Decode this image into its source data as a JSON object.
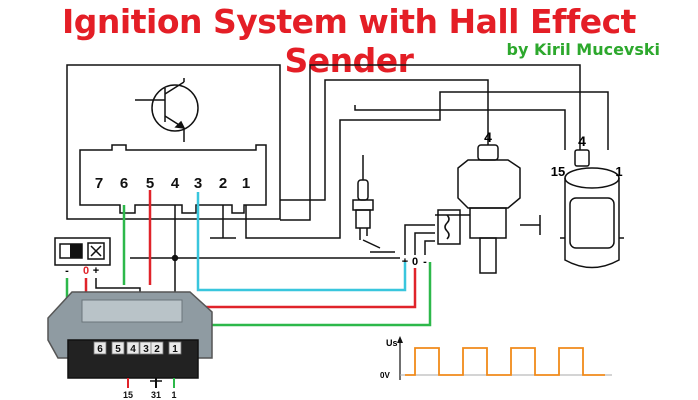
{
  "header": {
    "title": "Ignition System with Hall Effect Sender",
    "subtitle": "by Kiril Mucevski",
    "title_color": "#e41e26",
    "subtitle_color": "#2da82d"
  },
  "control_unit": {
    "pins": [
      {
        "label": "7",
        "color": "#111111"
      },
      {
        "label": "6",
        "color": "#2db84a"
      },
      {
        "label": "5",
        "color": "#e0232a"
      },
      {
        "label": "4",
        "color": "#111111"
      },
      {
        "label": "3",
        "color": "#39c6dd"
      },
      {
        "label": "2",
        "color": "#111111"
      },
      {
        "label": "1",
        "color": "#111111"
      }
    ],
    "transistor_icon": "npn-transistor-icon"
  },
  "distributor": {
    "top_terminal": "4"
  },
  "ignition_coil": {
    "terminal_left": "15",
    "terminal_top": "4",
    "terminal_right": "1"
  },
  "hall_sender": {
    "terminals": [
      "+",
      "0",
      "-"
    ]
  },
  "meter": {
    "minus": "-",
    "zero": "0",
    "plus": "+"
  },
  "module": {
    "pin_labels": [
      "6",
      "5",
      "4",
      "3",
      "2",
      "1"
    ],
    "bottom_labels": [
      "15",
      "31",
      "1"
    ]
  },
  "waveform": {
    "y_label": "Us",
    "baseline_label": "0V",
    "pulses": 4
  },
  "colors": {
    "wire_red": "#e0232a",
    "wire_green": "#2db84a",
    "wire_cyan": "#39c6dd",
    "wire_black": "#111111"
  }
}
